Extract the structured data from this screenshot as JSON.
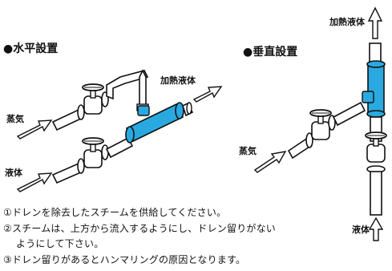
{
  "horizontal": {
    "title": "●水平設置",
    "labels": {
      "steam": "蒸気",
      "liquid": "液体",
      "heated_liquid": "加熱液体"
    }
  },
  "vertical": {
    "title": "●垂直設置",
    "labels": {
      "steam": "蒸気",
      "liquid": "液体",
      "heated_liquid": "加熱液体"
    }
  },
  "notes": [
    "①ドレンを除去したスチームを供給してください。",
    "②スチームは、上方から流入するようにし、ドレン留りがない",
    "ようにして下さい。",
    "③ドレン留りがあるとハンマリングの原因となります。"
  ],
  "colors": {
    "heater": "#2aa9e0",
    "line": "#111111",
    "pipe_fill": "#ffffff"
  }
}
